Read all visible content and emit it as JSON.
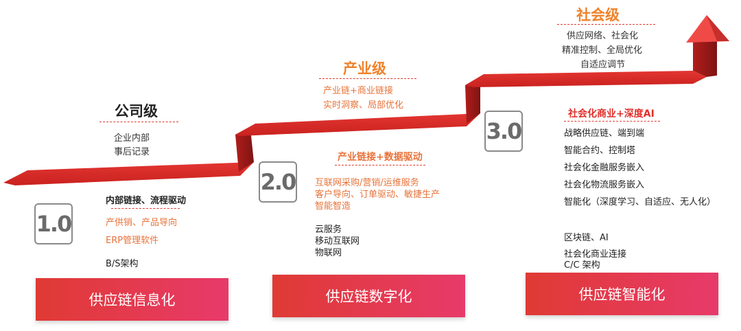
{
  "levels": {
    "company": {
      "title": "公司级",
      "lines": [
        "企业内部",
        "事后记录"
      ],
      "badge": "1.0",
      "subtitle": "内部链接、流程驱动",
      "items_orange": [
        "产供销、产品导向",
        "ERP管理软件"
      ],
      "items_dark": [
        "B/S架构"
      ],
      "phase": "供应链信息化"
    },
    "industry": {
      "title": "产业级",
      "lines": [
        "产业链+商业链接",
        "实时洞察、局部优化"
      ],
      "badge": "2.0",
      "subtitle": "产业链接+数据驱动",
      "items_orange": [
        "互联网采购/营销/运维服务",
        "客户导向、订单驱动、敏捷生产",
        "智能智造"
      ],
      "items_dark": [
        "云服务",
        "移动互联网",
        "物联网"
      ],
      "phase": "供应链数字化"
    },
    "society": {
      "title": "社会级",
      "lines": [
        "供应网络、社会化",
        "精准控制、全局优化",
        "自适应调节"
      ],
      "badge": "3.0",
      "subtitle": "社会化商业+深度AI",
      "items_dark": [
        "战略供应链、端到端",
        "智能合约、控制塔",
        "社会化金融服务嵌入",
        "社会化物流服务嵌入",
        "智能化（深度学习、自适应、无人化）"
      ],
      "items_dark2": [
        "区块链、AI",
        "社会化商业连接",
        "C/C 架构"
      ],
      "phase": "供应链智能化"
    }
  },
  "colors": {
    "stair_red": "#d42a26",
    "stair_dark": "#9a1a18",
    "title_orange": "#f0822a",
    "accent_red": "#e0302a"
  }
}
